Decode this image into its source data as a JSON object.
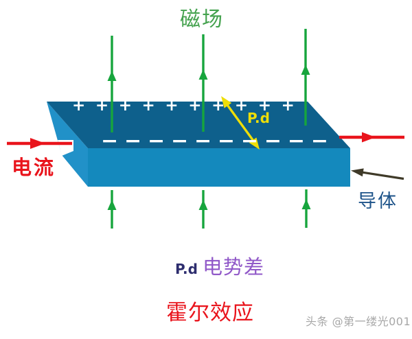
{
  "labels": {
    "magnetic_field": "磁场",
    "current": "电流",
    "conductor": "导体",
    "pd_on_slab": "P.d",
    "pd_caption": "P.d",
    "potential_difference": "电势差",
    "hall_effect": "霍尔效应",
    "watermark": "头条 @第一缕光001"
  },
  "charges": {
    "positive_symbol": "+",
    "positive_count": 10,
    "negative_symbol": "−",
    "negative_count": 10
  },
  "arrows": {
    "magnetic_field_top_count": 3,
    "magnetic_field_bottom_count": 3,
    "current_direction": "left-to-right",
    "pd_arrow_style": "double-headed"
  },
  "colors": {
    "slab_top": "#0e608c",
    "slab_front": "#1489bd",
    "slab_left": "#2191c8",
    "field_green": "#17a53d",
    "field_label_green": "#44a24e",
    "current_red": "#e9141c",
    "pd_yellow": "#eede08",
    "conductor_blue": "#1d5389",
    "pd_navy": "#2d2d6e",
    "potential_purple": "#9058c8",
    "hall_red": "#e9141c",
    "watermark_gray": "#a7a7a7",
    "dark_arrow": "#3f3a28"
  }
}
